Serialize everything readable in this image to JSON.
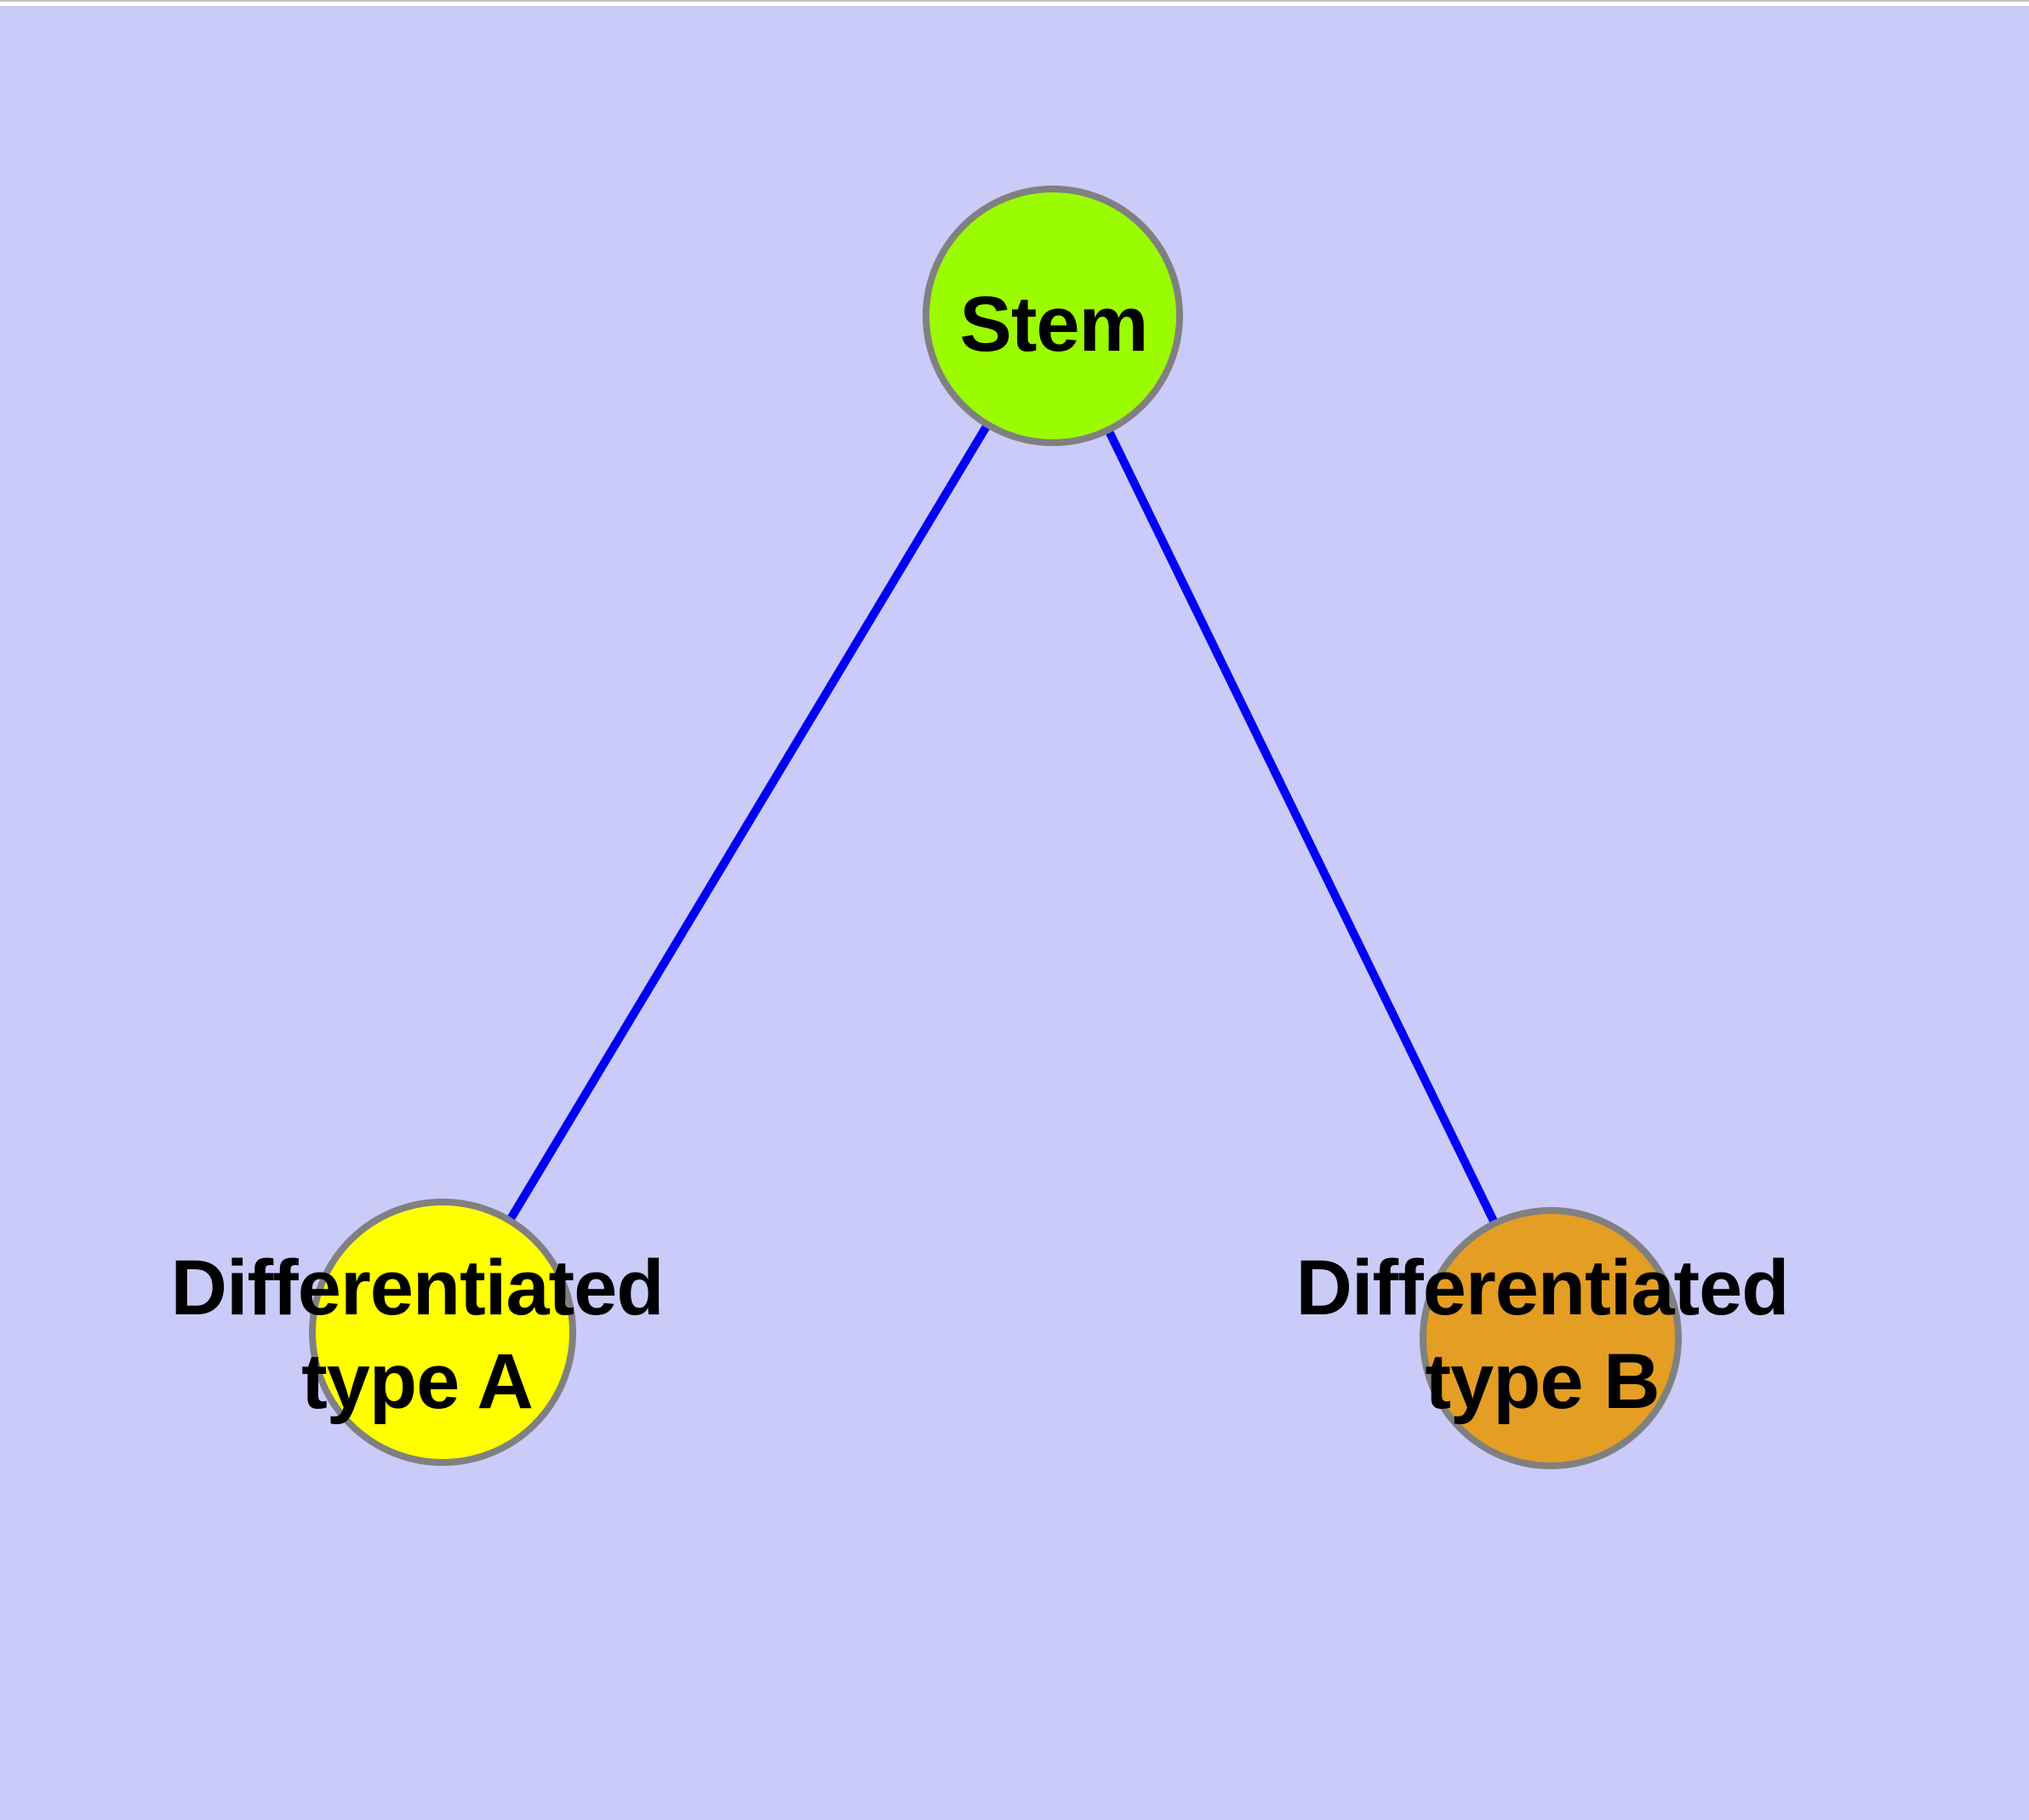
{
  "canvas": {
    "background_color": "#cbcbfa",
    "margin_color": "#ffffff"
  },
  "graph": {
    "nodes": {
      "stem": {
        "label": "Stem",
        "fill": "#9bfb00",
        "stroke": "#808080"
      },
      "type_a": {
        "label_line1": "Differentiated",
        "label_line2": "type A",
        "fill": "#ffff00",
        "stroke": "#808080"
      },
      "type_b": {
        "label_line1": "Differentiated",
        "label_line2": "type B",
        "fill": "#e39e23",
        "stroke": "#808080"
      }
    },
    "edges": {
      "stem_to_type_a": {
        "color": "#0000f5"
      },
      "stem_to_type_b": {
        "color": "#0000f5"
      }
    }
  }
}
